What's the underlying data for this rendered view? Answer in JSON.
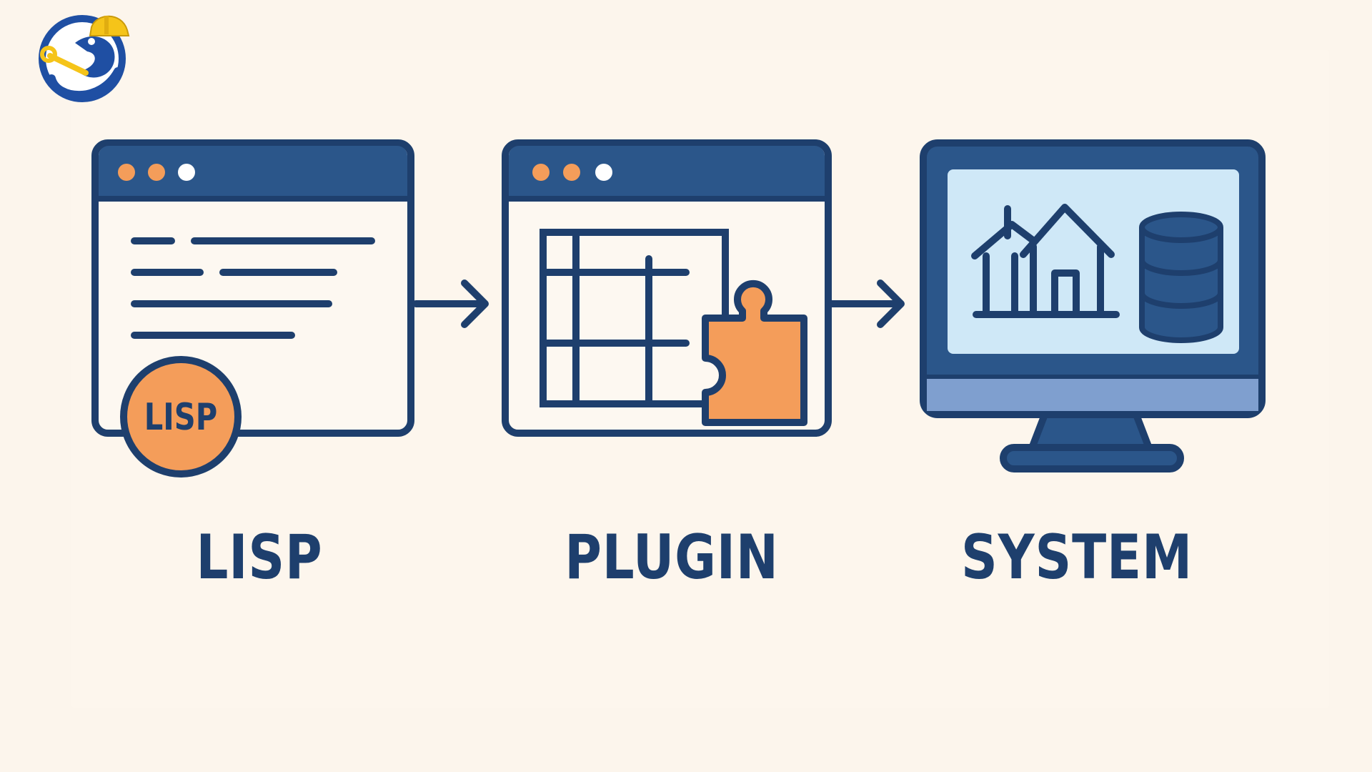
{
  "colors": {
    "background": "#fcf5ec",
    "navy": "#1e3f6d",
    "window_bar": "#2b568a",
    "accent_orange": "#f49d5a",
    "screen_light": "#cfe8f7",
    "monitor_bezel": "#2b568a",
    "monitor_chin": "#7f9fcf",
    "logo_yellow": "#f5c419"
  },
  "logo": {
    "icon": "mascot-hardhat-wrench-logo"
  },
  "stages": [
    {
      "label": "LISP",
      "icon": "code-window-icon",
      "badge": "LISP"
    },
    {
      "label": "PLUGIN",
      "icon": "grid-window-with-puzzle-icon"
    },
    {
      "label": "SYSTEM",
      "icon": "monitor-house-database-icon"
    }
  ],
  "connectors": [
    {
      "from": "LISP",
      "to": "PLUGIN",
      "icon": "arrow-right-icon"
    },
    {
      "from": "PLUGIN",
      "to": "SYSTEM",
      "icon": "arrow-right-icon"
    }
  ]
}
